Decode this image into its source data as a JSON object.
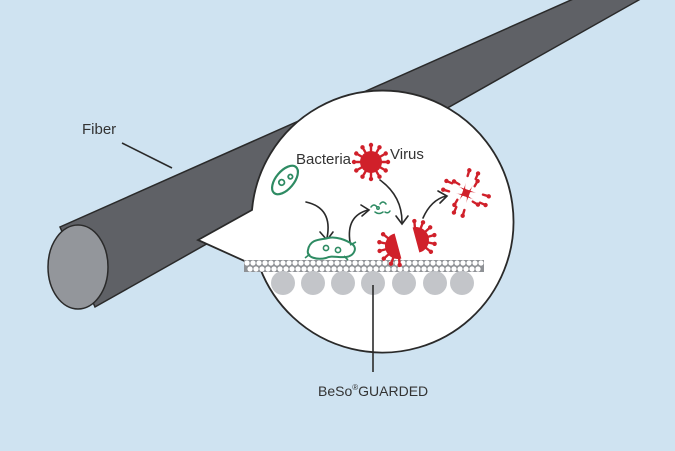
{
  "labels": {
    "fiber": "Fiber",
    "bacteria": "Bacteria",
    "virus": "Virus",
    "brand_main": "BeSo",
    "brand_mark": "®",
    "brand_rest": "GUARDED"
  },
  "colors": {
    "background": "#cfe3f1",
    "fiber": "#5f6166",
    "fiber_end": "#93969b",
    "pathogen_red": "#d0202a",
    "bacteria_green": "#2e8b63",
    "outline": "#2a2a2a",
    "coating_dot": "#ffffff",
    "particle": "#c3c5c9"
  }
}
